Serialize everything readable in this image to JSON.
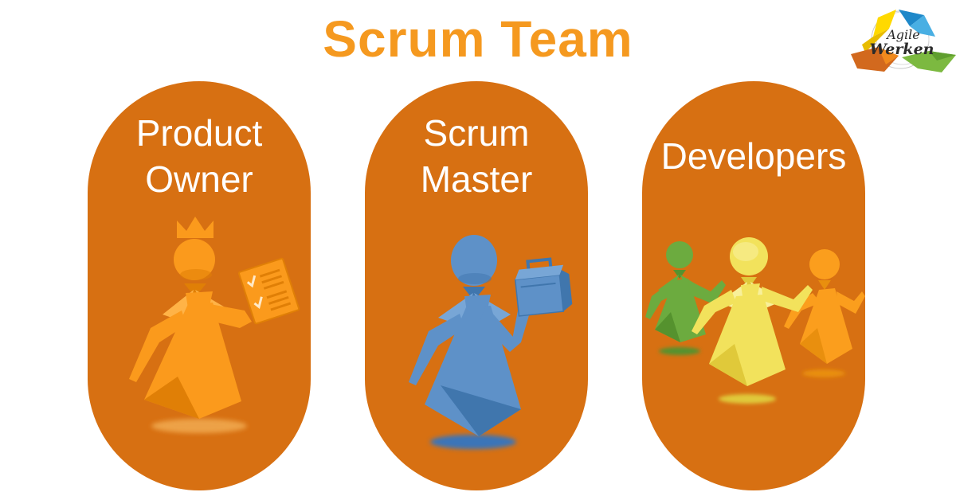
{
  "title": {
    "text": "Scrum Team"
  },
  "logo": {
    "line1": "Agile",
    "line2": "Werken",
    "icon": "agile-werken-ribbon-logo"
  },
  "cards": [
    {
      "lines": [
        "Product",
        "Owner"
      ],
      "figure_icon": "product-owner-crowned-figure-icon"
    },
    {
      "lines": [
        "Scrum",
        "Master"
      ],
      "figure_icon": "scrum-master-toolbox-figure-icon"
    },
    {
      "lines": [
        "Developers"
      ],
      "figure_icon": "developers-trio-figures-icon"
    }
  ],
  "colors": {
    "card_bg": "#D77012",
    "title_color": "#F5991F",
    "po_main": "#FB9A1C",
    "po_light": "#FFB347",
    "po_dark": "#E07F06",
    "po_shadow": "#F0A74E",
    "sm_main": "#5E91C8",
    "sm_light": "#78A6D6",
    "sm_dark": "#4076AD",
    "sm_shadow": "#3B74B8",
    "dev_green": "#6CAB3F",
    "dev_green_dark": "#55922E",
    "dev_yellow": "#F2E25C",
    "dev_yellow_light": "#F8F09A",
    "dev_yellow_dark": "#E0C93A",
    "dev_orange": "#FB9E1D",
    "dev_orange_dark": "#E98F0E",
    "logo_yellow": "#FFD900",
    "logo_yellow_dark": "#E8BC00",
    "logo_blue": "#1E88C9",
    "logo_blue_light": "#49AFE3",
    "logo_orange": "#D2691E",
    "logo_orange_light": "#F08A1D",
    "logo_green": "#7CB940",
    "logo_green_dark": "#5F9E2E",
    "logo_text": "#2B2B2B"
  }
}
